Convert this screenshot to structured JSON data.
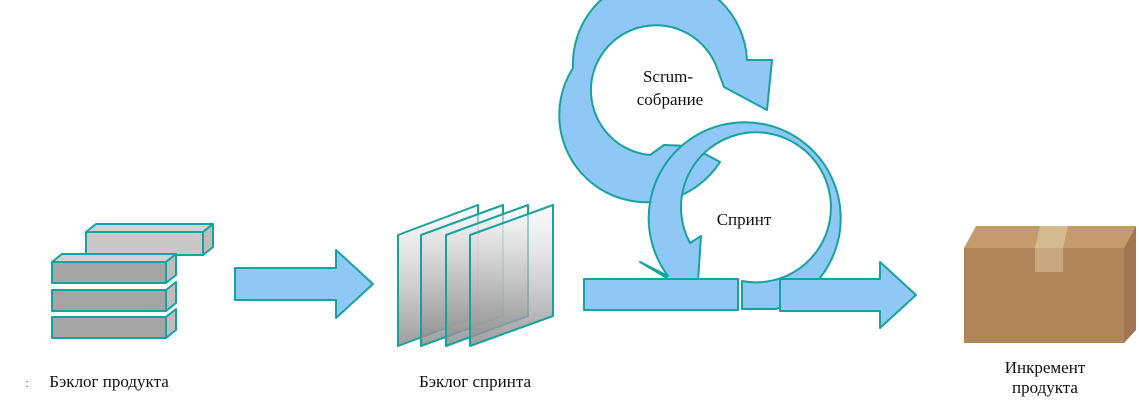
{
  "labels": {
    "product_backlog": "Бэклог продукта",
    "sprint_backlog": "Бэклог спринта",
    "increment_line1": "Инкремент",
    "increment_line2": "продукта",
    "scrum_line1": "Scrum-",
    "scrum_line2": "собрание",
    "sprint": "Спринт",
    "stray_mark": ":"
  },
  "colors": {
    "arrow_fill": "#8fc8f4",
    "arrow_stroke": "#16a3a0",
    "block_front": "#a5a5a5",
    "block_top": "#d2d2d2",
    "block_side": "#bdbdbd",
    "box_front": "#b1855a",
    "box_side": "#9f7650",
    "box_top": "#c59a6d",
    "tape": "#d6bf97"
  },
  "icons": [
    "block-stack-icon",
    "sprint-pages-icon",
    "product-box-icon"
  ]
}
